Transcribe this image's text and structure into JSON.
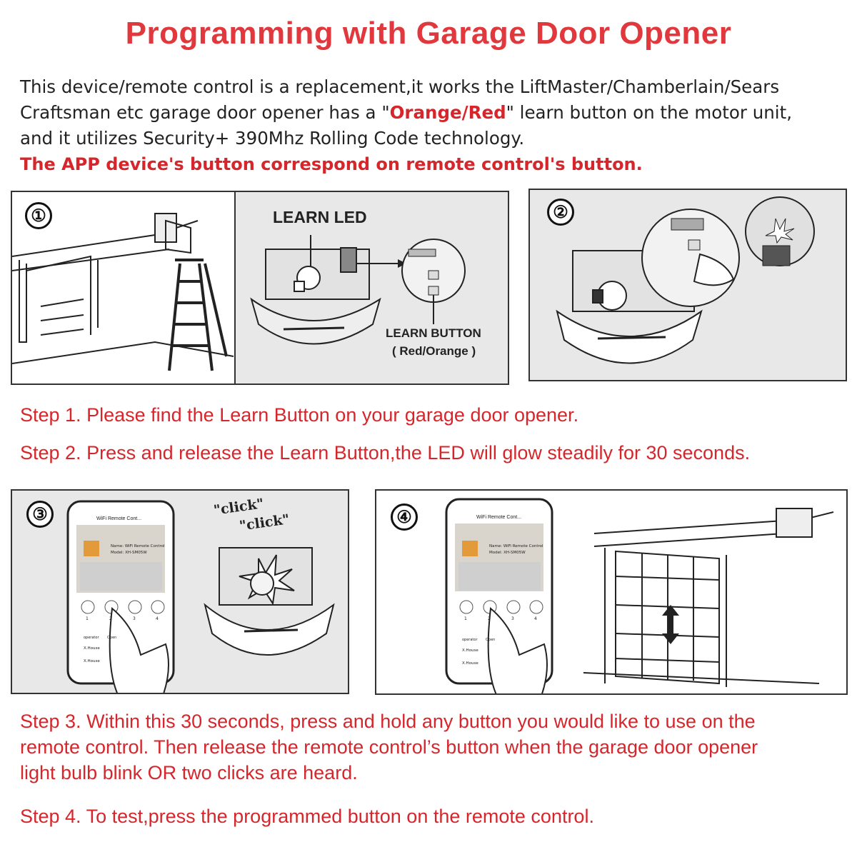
{
  "title": "Programming with Garage Door Opener",
  "intro": {
    "line1": "This device/remote control is a replacement,it works the LiftMaster/Chamberlain/Sears",
    "line2_pre": "Craftsman etc garage door opener has a \"",
    "line2_hl": "Orange/Red",
    "line2_post": "\" learn button on the motor unit,",
    "line3": "and it utilizes Security+ 390Mhz Rolling Code technology.",
    "line4": "The APP device's button correspond on remote control's button."
  },
  "panels": {
    "p1": {
      "number": "①",
      "learn_led": "LEARN LED",
      "learn_button": "LEARN BUTTON",
      "learn_button_sub": "( Red/Orange )"
    },
    "p2": {
      "number": "②"
    },
    "p3": {
      "number": "③",
      "click1": "\"click\"",
      "click2": "\"click\""
    },
    "p4": {
      "number": "④"
    }
  },
  "phone": {
    "app_title": "WiFi Remote Cont...",
    "device_name": "Name:  WiFi Remote Control",
    "device_model": "Model:  XH-SM05W",
    "buttons": [
      "1",
      "2",
      "3",
      "4"
    ],
    "list_header": [
      "operator",
      "Open"
    ],
    "rows": [
      "X.House",
      "X.House"
    ]
  },
  "steps": {
    "s1": "Step 1. Please find the Learn Button on your garage door opener.",
    "s2": "Step 2. Press and release the Learn Button,the LED will glow steadily for 30 seconds.",
    "s3_l1": "Step 3. Within this 30 seconds, press and hold any button you would like to use on the",
    "s3_l2": "remote control. Then release the remote control’s button when the garage door opener",
    "s3_l3": "light bulb blink OR two clicks are heard.",
    "s4": "Step 4. To test,press the programmed button on the remote control."
  },
  "colors": {
    "accent_red": "#e0383c",
    "text_red": "#d7262b",
    "panel_gray": "#e8e8e8"
  }
}
